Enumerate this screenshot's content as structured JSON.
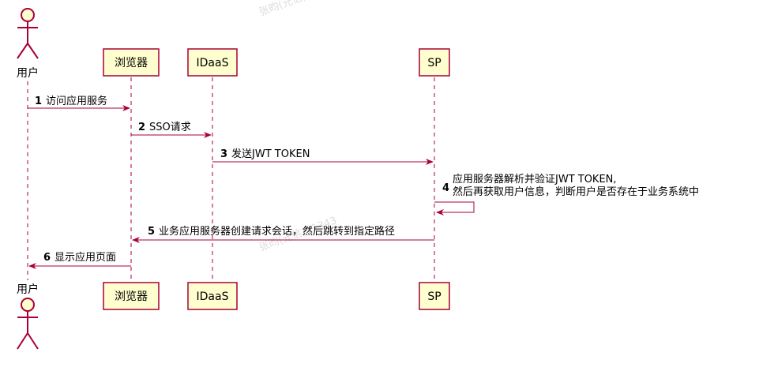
{
  "colors": {
    "box_fill": "#FEFECE",
    "box_stroke": "#A80036",
    "arrow": "#A80036",
    "lifeline": "#A80036"
  },
  "participants": {
    "user": {
      "label": "用户",
      "kind": "actor"
    },
    "browser": {
      "label": "浏览器"
    },
    "idaas": {
      "label": "IDaaS"
    },
    "sp": {
      "label": "SP"
    }
  },
  "messages": [
    {
      "num": "1",
      "text": "访问应用服务"
    },
    {
      "num": "2",
      "text": "SSO请求"
    },
    {
      "num": "3",
      "text": "发送JWT TOKEN"
    },
    {
      "num": "4",
      "line1": "应用服务器解析并验证JWT TOKEN,",
      "line2": "然后再获取用户信息，判断用户是否存在于业务系统中"
    },
    {
      "num": "5",
      "text": "业务应用服务器创建请求会话，然后跳转到指定路径"
    },
    {
      "num": "6",
      "text": "显示应用页面"
    }
  ],
  "watermark": "张昀(元信)11343"
}
